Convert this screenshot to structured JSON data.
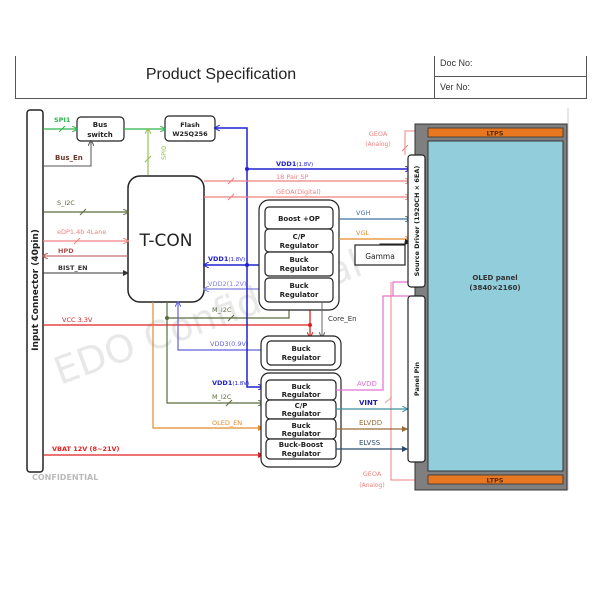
{
  "header": {
    "title": "Product Specification",
    "doc_no_label": "Doc No:",
    "ver_no_label": "Ver No:"
  },
  "diagram": {
    "input_connector": "Input Connector (40pin)",
    "bus_switch": [
      "Bus",
      "switch"
    ],
    "flash": [
      "Flash",
      "W25Q256"
    ],
    "tcon": "T-CON",
    "source_driver": "Source Driver (1920CH × 6EA)",
    "panel_pin": "Panel Pin",
    "gamma": "Gamma",
    "oled_panel": [
      "OLED panel",
      "(3840×2160)"
    ],
    "ltps_top": "LTPS",
    "ltps_bottom": "LTPS",
    "pmic_top": [
      "Boost +OP",
      "C/P Regulator",
      "Buck Regulator",
      "Buck Regulator"
    ],
    "pmic_mid": [
      "Buck Regulator"
    ],
    "pmic_bottom": [
      "Buck Regulator",
      "C/P Regulator",
      "Buck Regulator",
      "Buck-Boost Regulator"
    ],
    "signals": {
      "spi1": "SPI1",
      "spi0": "SPI0",
      "bus_en": "Bus_En",
      "s_i2c": "S_I2C",
      "edp": "eDP1.4b 4Lane",
      "hpd": "HPD",
      "bist_en": "BIST_EN",
      "vcc": "VCC 3.3V",
      "vbat": "VBAT  12V (8~21V)",
      "vdd1_top_name": "VDD1",
      "vdd1_top_val": "(1.8V)",
      "pair_sp": "18 Pair SP",
      "geoa_digital": "GEOA(Digital)",
      "geoa_analog_top": [
        "GEOA",
        "(Analog)"
      ],
      "geoa_analog_bottom": [
        "GEOA",
        "(Analog)"
      ],
      "vgh": "VGH",
      "vgl": "VGL",
      "vdd1_mid_name": "VDD1",
      "vdd1_mid_val": "(1.8V)",
      "vdd2": "VDD2(1.2V)",
      "m_i2c_top": "M_I2C",
      "core_en": "Core_En",
      "vdd3": "VDD3(0.9V)",
      "vdd1_bot_name": "VDD1",
      "vdd1_bot_val": "(1.8V)",
      "m_i2c_bot": "M_I2C",
      "oled_en": "OLED_EN",
      "avdd": "AVDD",
      "vint": "VINT",
      "elvdd": "ELVDD",
      "elvss": "ELVSS"
    },
    "watermark": "EDO Confidential",
    "confidential": "CONFIDENTIAL"
  },
  "colors": {
    "green": "#2db34a",
    "light_green": "#92c050",
    "olive": "#5a6b3c",
    "pink": "#f08080",
    "red": "#e02020",
    "blue": "#2020d0",
    "light_blue": "#8080e0",
    "orange": "#e58a2b",
    "teal": "#3a8fa0",
    "brown": "#9a6b3a",
    "navy": "#2b4a6b",
    "magenta": "#e070d0",
    "panel": "#92cddc",
    "ltps": "#e87722",
    "frame": "#7f7f7f"
  }
}
